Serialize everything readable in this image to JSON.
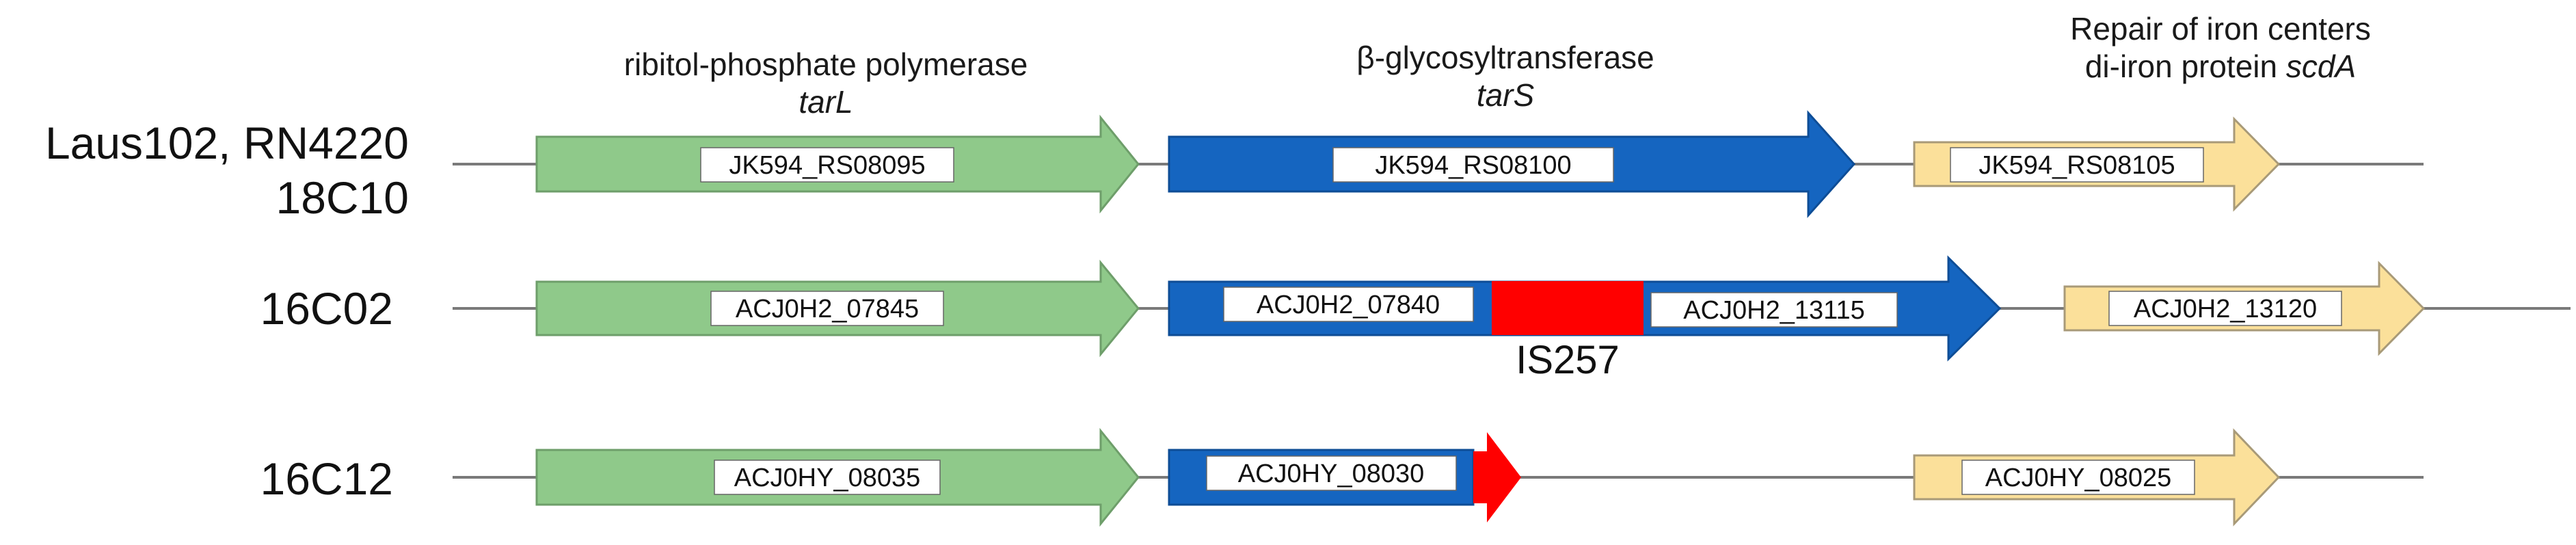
{
  "colors": {
    "tarL": "#8fc98a",
    "tarL_outline": "#6e9e6a",
    "tarS": "#1565c0",
    "tarS_outline": "#0e4d96",
    "scdA": "#fbe09a",
    "scdA_outline": "#a89a78",
    "insertion": "#ff0000",
    "line": "#7a7a7a"
  },
  "headers": {
    "tarL": {
      "line1": "ribitol-phosphate polymerase",
      "line2": "tarL"
    },
    "tarS": {
      "line1": "β-glycosyltransferase",
      "line2": "tarS"
    },
    "scdA": {
      "line1": "Repair of iron centers",
      "line2_plain": "di-iron protein ",
      "line2_italic": "scdA"
    }
  },
  "rows": [
    {
      "label_lines": [
        "Laus102, RN4220",
        "18C10"
      ],
      "genes": [
        {
          "kind": "tarL",
          "label": "JK594_RS08095"
        },
        {
          "kind": "tarS",
          "label": "JK594_RS08100"
        },
        {
          "kind": "scdA",
          "label": "JK594_RS08105"
        }
      ]
    },
    {
      "label_lines": [
        "16C02"
      ],
      "genes": [
        {
          "kind": "tarL",
          "label": "ACJ0H2_07845"
        },
        {
          "kind": "tarS",
          "label": "ACJ0H2_07840"
        },
        {
          "kind": "insertion",
          "label": "IS257"
        },
        {
          "kind": "tarS",
          "label": "ACJ0H2_13115"
        },
        {
          "kind": "scdA",
          "label": "ACJ0H2_13120"
        }
      ]
    },
    {
      "label_lines": [
        "16C12"
      ],
      "genes": [
        {
          "kind": "tarL",
          "label": "ACJ0HY_08035"
        },
        {
          "kind": "tarS",
          "label": "ACJ0HY_08030"
        },
        {
          "kind": "insertion",
          "label": ""
        },
        {
          "kind": "scdA",
          "label": "ACJ0HY_08025"
        }
      ]
    }
  ]
}
